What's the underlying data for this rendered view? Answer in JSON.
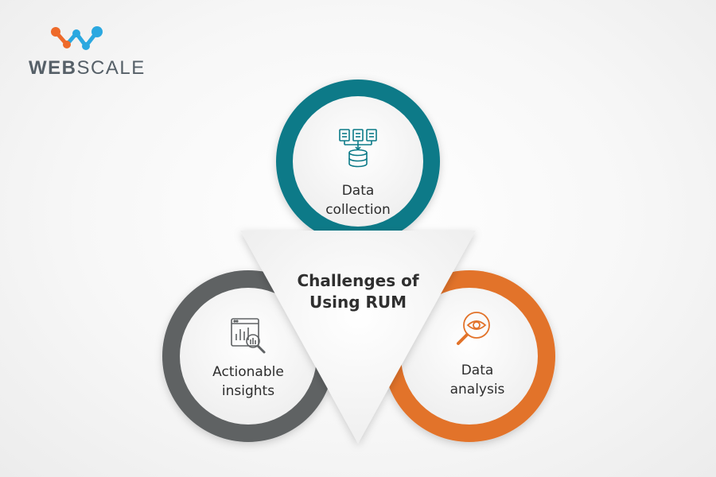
{
  "brand": {
    "name_part1": "WEB",
    "name_part2": "SCALE",
    "logo_icon": "webscale-molecule-icon"
  },
  "colors": {
    "teal": "#0b7a88",
    "gray": "#5f6264",
    "orange": "#e2732a",
    "logo_orange": "#ee6a2a",
    "logo_blue": "#2ba8e0",
    "text": "#2d2d2d"
  },
  "center": {
    "title_line1": "Challenges of",
    "title_line2": "Using RUM"
  },
  "nodes": [
    {
      "key": "data-collection",
      "line1": "Data",
      "line2": "collection",
      "icon": "database-sync-icon",
      "color": "teal"
    },
    {
      "key": "actionable-insights",
      "line1": "Actionable",
      "line2": "insights",
      "icon": "chart-magnifier-icon",
      "color": "gray"
    },
    {
      "key": "data-analysis",
      "line1": "Data",
      "line2": "analysis",
      "icon": "eye-magnifier-icon",
      "color": "orange"
    }
  ]
}
